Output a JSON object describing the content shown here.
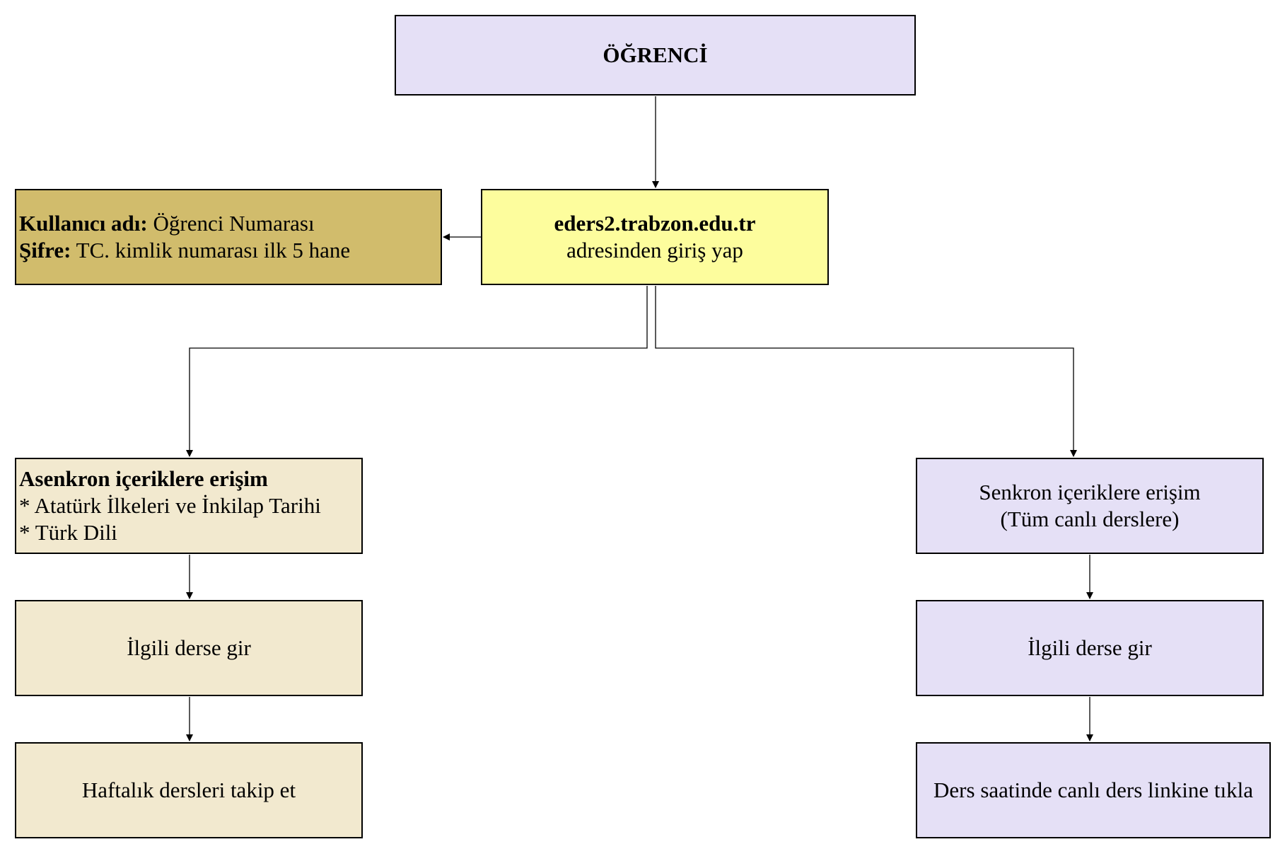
{
  "colors": {
    "lavender": "#e5e0f6",
    "yellow": "#fdfd9d",
    "tan": "#d1bc6c",
    "beige": "#f2e9cf",
    "line": "#000000"
  },
  "nodes": {
    "ogrenci": {
      "title": "ÖĞRENCİ"
    },
    "login": {
      "url": "eders2.trabzon.edu.tr",
      "text": "adresinden giriş yap"
    },
    "credentials": {
      "username_label": "Kullanıcı adı:",
      "username_value": " Öğrenci Numarası",
      "password_label": "Şifre:",
      "password_value": " TC. kimlik numarası ilk 5 hane"
    },
    "asenkron": {
      "title": "Asenkron içeriklere erişim",
      "items": [
        "* Atatürk İlkeleri ve İnkilap Tarihi",
        "* Türk Dili"
      ]
    },
    "asenkron_enter": {
      "text": "İlgili derse gir"
    },
    "asenkron_follow": {
      "text": "Haftalık dersleri takip et"
    },
    "senkron": {
      "line1": "Senkron içeriklere erişim",
      "line2": "(Tüm canlı derslere)"
    },
    "senkron_enter": {
      "text": "İlgili derse gir"
    },
    "senkron_click": {
      "text": "Ders saatinde canlı ders linkine tıkla"
    }
  },
  "edges": [
    {
      "from": "ogrenci",
      "to": "login"
    },
    {
      "from": "login",
      "to": "credentials"
    },
    {
      "from": "login",
      "to": "asenkron"
    },
    {
      "from": "login",
      "to": "senkron"
    },
    {
      "from": "asenkron",
      "to": "asenkron_enter"
    },
    {
      "from": "asenkron_enter",
      "to": "asenkron_follow"
    },
    {
      "from": "senkron",
      "to": "senkron_enter"
    },
    {
      "from": "senkron_enter",
      "to": "senkron_click"
    }
  ]
}
